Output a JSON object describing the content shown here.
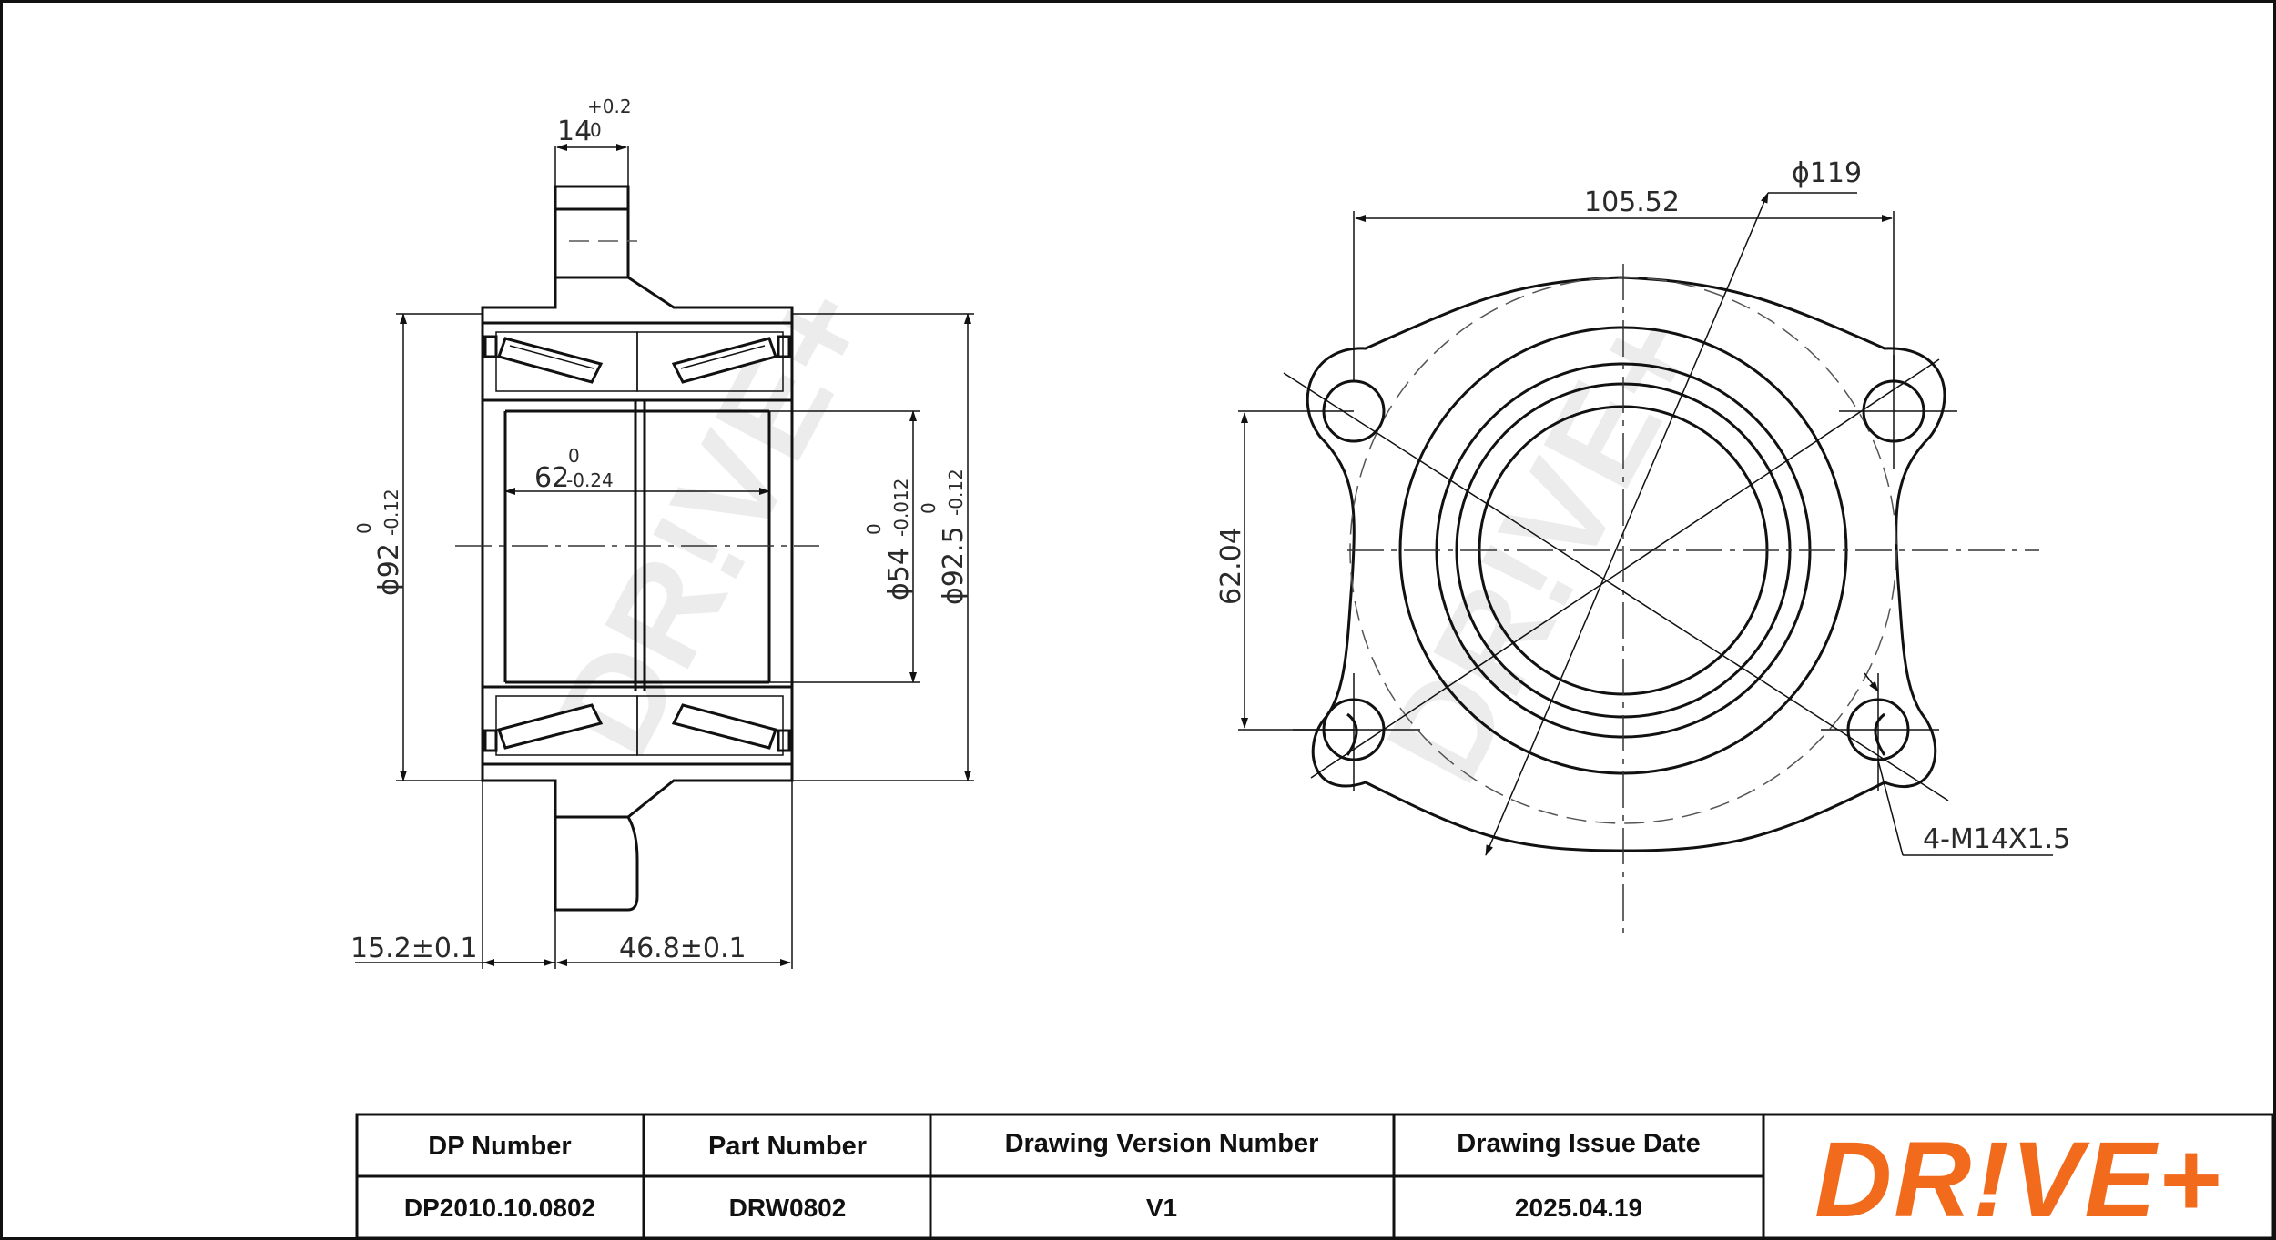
{
  "brand": {
    "logo_text": "DR!VE+",
    "logo_color": "#f26b1d",
    "watermark_color": "#e6e6e6"
  },
  "section_view": {
    "dimensions": {
      "flange_width": "14",
      "flange_width_tol_upper": "+0.2",
      "flange_width_tol_lower": "0",
      "bore_width": "62",
      "bore_width_tol_upper": "0",
      "bore_width_tol_lower": "-0.24",
      "outer_diameter": "ϕ92",
      "outer_diameter_tol_upper": "0",
      "outer_diameter_tol_lower": "-0.12",
      "inner_diameter": "ϕ54",
      "inner_diameter_tol_upper": "0",
      "inner_diameter_tol_lower": "-0.012",
      "outer_diameter_2": "ϕ92.5",
      "outer_diameter_2_tol_upper": "0",
      "outer_diameter_2_tol_lower": "-0.12",
      "offset": "15.2±0.1",
      "total_width": "46.8±0.1"
    }
  },
  "front_view": {
    "dimensions": {
      "hole_spacing_horizontal": "105.52",
      "pitch_circle": "ϕ119",
      "hole_spacing_vertical": "62.04",
      "thread": "4-M14X1.5"
    }
  },
  "title_block": {
    "headers": [
      "DP Number",
      "Part Number",
      "Drawing Version Number",
      "Drawing Issue Date"
    ],
    "values": [
      "DP2010.10.0802",
      "DRW0802",
      "V1",
      "2025.04.19"
    ]
  }
}
